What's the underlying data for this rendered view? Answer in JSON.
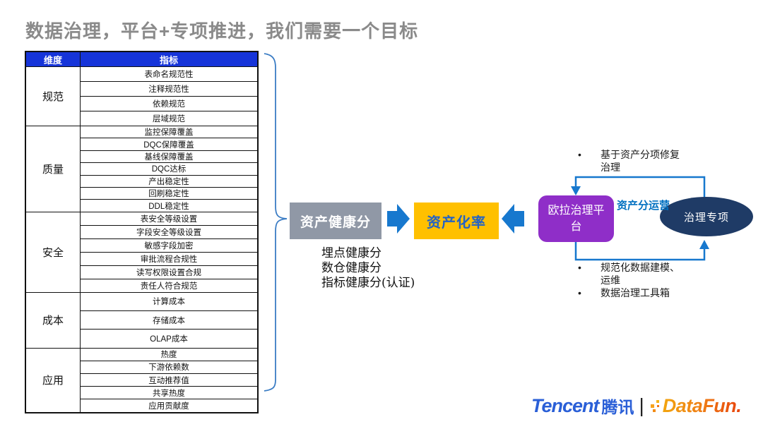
{
  "title": "数据治理，平台+专项推进，我们需要一个目标",
  "table": {
    "headers": {
      "dimension": "维度",
      "indicator": "指标"
    },
    "groups": [
      {
        "dimension": "规范",
        "indicators": [
          "表命名规范性",
          "注释规范性",
          "依赖规范",
          "层域规范"
        ]
      },
      {
        "dimension": "质量",
        "indicators": [
          "监控保障覆盖",
          "DQC保障覆盖",
          "基线保障覆盖",
          "DQC达标",
          "产出稳定性",
          "回刷稳定性",
          "DDL稳定性"
        ]
      },
      {
        "dimension": "安全",
        "indicators": [
          "表安全等级设置",
          "字段安全等级设置",
          "敏感字段加密",
          "审批流程合规性",
          "读写权限设置合规",
          "责任人符合规范"
        ]
      },
      {
        "dimension": "成本",
        "indicators": [
          "计算成本",
          "存储成本",
          "OLAP成本"
        ]
      },
      {
        "dimension": "应用",
        "indicators": [
          "热度",
          "下游依赖数",
          "互动推荐值",
          "共享热度",
          "应用贡献度"
        ]
      }
    ]
  },
  "flow": {
    "asset_health_score": "资产健康分",
    "asset_rate": "资产化率",
    "health_breakdown": [
      "埋点健康分",
      "数仓健康分",
      "指标健康分(认证)"
    ],
    "platform": "欧拉治理平台",
    "project": "治理专项",
    "loop_label": "资产分运营",
    "bullets_top": [
      "基于资产分项修复治理"
    ],
    "bullets_bottom": [
      "规范化数据建模、运维",
      "数据治理工具箱"
    ]
  },
  "footer": {
    "tencent_en": "Tencent",
    "tencent_cn": "腾讯",
    "separator": "|",
    "datafun": "DataFun."
  },
  "colors": {
    "title-gray": "#8A8A8A",
    "header-blue": "#1634D9",
    "arrow-blue": "#1778CE",
    "brace-blue": "#3A7CC4",
    "label-blue": "#0070C0",
    "gray-box": "#9098A6",
    "yellow-box": "#FFC000",
    "yellow-text": "#2363C5",
    "purple-box": "#8F2EC8",
    "navy-ellipse": "#1F3B66",
    "tencent-blue": "#2A5FD7"
  }
}
